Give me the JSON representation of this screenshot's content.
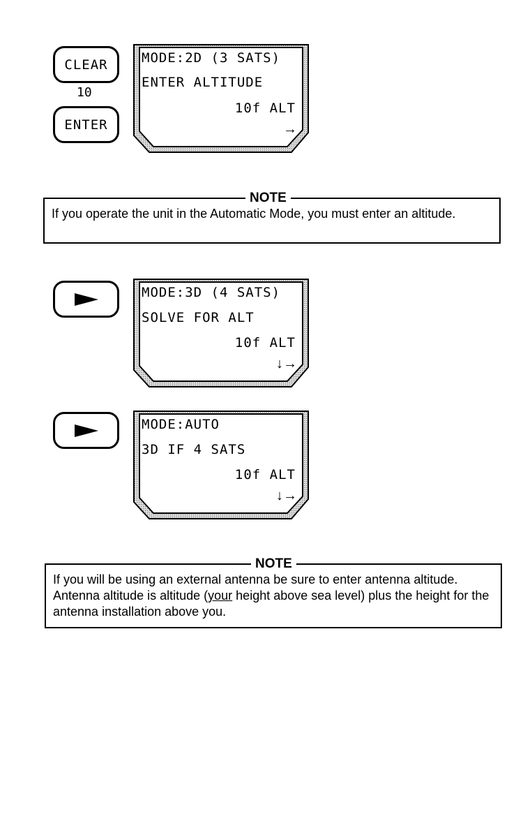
{
  "panels": [
    {
      "keys": [
        "CLEAR",
        "ENTER"
      ],
      "key_value": "10",
      "screen": {
        "line1": "MODE:2D (3 SATS)",
        "line2": "ENTER ALTITUDE",
        "value": "10f ALT",
        "arrows": "→",
        "arrow_icons": [
          "right-arrow-icon"
        ]
      }
    },
    {
      "keys": [
        "right-triangle-icon"
      ],
      "screen": {
        "line1": "MODE:3D (4 SATS)",
        "line2": "SOLVE FOR ALT",
        "value": "10f ALT",
        "arrows": "↓→",
        "arrow_icons": [
          "down-arrow-icon",
          "right-arrow-icon"
        ]
      }
    },
    {
      "keys": [
        "right-triangle-icon"
      ],
      "screen": {
        "line1": "MODE:AUTO",
        "line2": "3D IF 4 SATS",
        "value": "10f ALT",
        "arrows": "↓→",
        "arrow_icons": [
          "down-arrow-icon",
          "right-arrow-icon"
        ]
      }
    }
  ],
  "notes": [
    {
      "heading": "NOTE",
      "text": "If you operate the unit in the Automatic Mode, you must enter an altitude."
    },
    {
      "heading": "NOTE",
      "text_before": "If you will be using an external antenna be sure to enter antenna altitude. Antenna altitude is altitude (",
      "text_underlined": "your",
      "text_after": " height above sea level) plus the height for the antenna installation above you."
    }
  ]
}
